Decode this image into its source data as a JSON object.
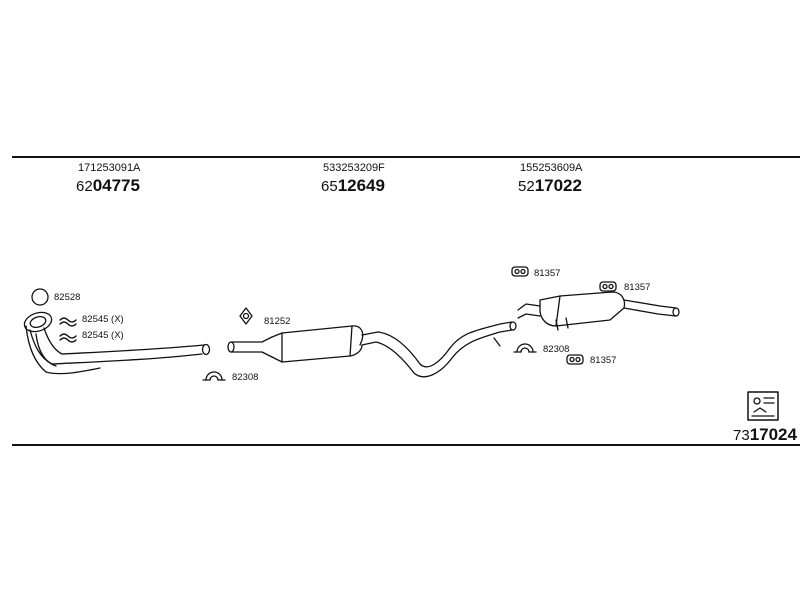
{
  "parts": [
    {
      "oem": "171253091A",
      "ref_prefix": "62",
      "ref_bold": "04775"
    },
    {
      "oem": "533253209F",
      "ref_prefix": "65",
      "ref_bold": "12649"
    },
    {
      "oem": "155253609A",
      "ref_prefix": "52",
      "ref_bold": "17022"
    }
  ],
  "labels": {
    "gasket": "82528",
    "spring_a": "82545 (X)",
    "spring_b": "82545 (X)",
    "clamp_front": "82308",
    "hanger_mid": "81252",
    "hanger_rear_a": "81357",
    "hanger_rear_b": "81357",
    "clamp_rear": "82308",
    "hanger_rear_c": "81357"
  },
  "kit": {
    "ref_prefix": "73",
    "ref_bold": "17024"
  },
  "colors": {
    "line": "#111111",
    "background": "#ffffff"
  }
}
